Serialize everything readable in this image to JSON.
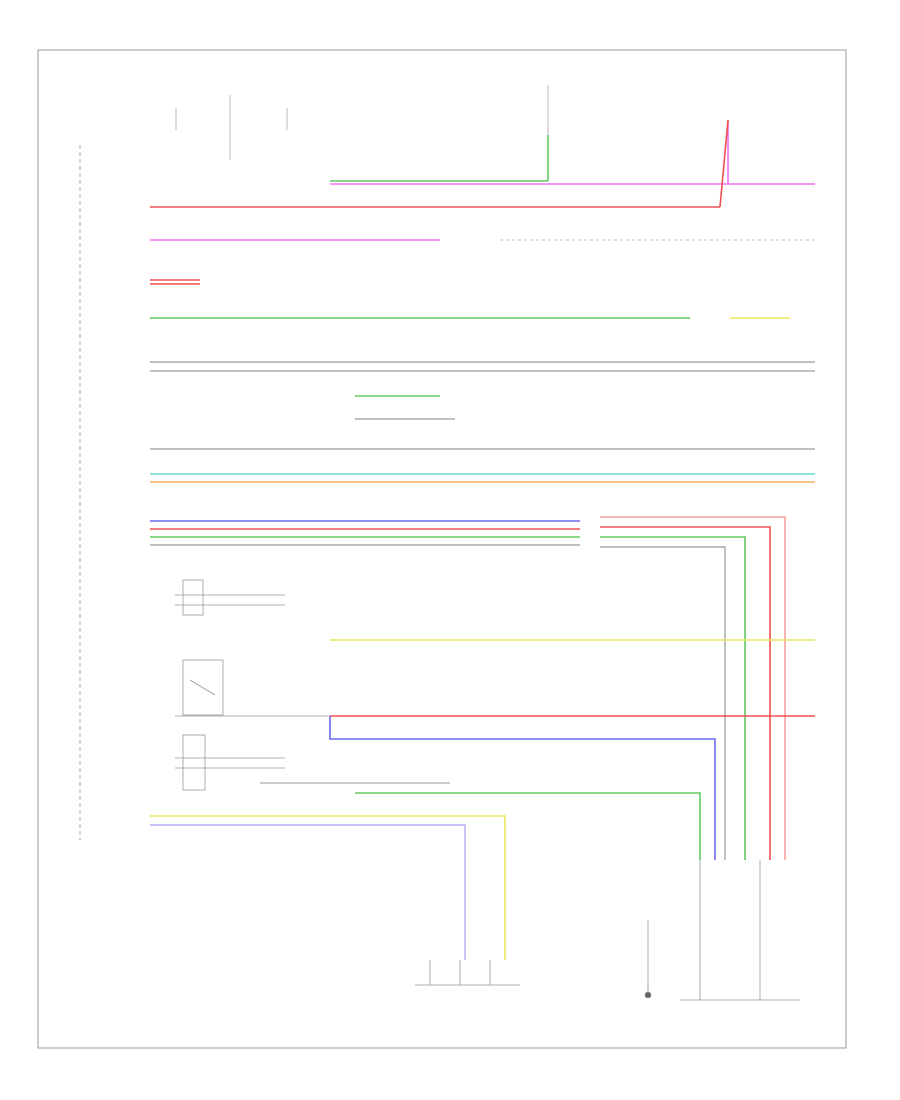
{
  "diagram": {
    "footer_code": "",
    "wire_colors": {
      "green": "#62c862",
      "pink": "#f070f0",
      "red": "#f05050",
      "grey": "#9a9a9a",
      "cyan": "#66dada",
      "orange": "#f0b060",
      "blue": "#6a6af0",
      "yellow": "#e8e860",
      "light_red": "#f8a0a0"
    },
    "wires": [
      {
        "id": "w-green-top",
        "color": "green"
      },
      {
        "id": "w-pink-1",
        "color": "pink"
      },
      {
        "id": "w-red-1",
        "color": "red"
      },
      {
        "id": "w-pink-2",
        "color": "pink"
      },
      {
        "id": "w-red-pair",
        "color": "red"
      },
      {
        "id": "w-green-2",
        "color": "green"
      },
      {
        "id": "w-grey-pair",
        "color": "grey"
      },
      {
        "id": "w-green-3",
        "color": "green"
      },
      {
        "id": "w-grey-3",
        "color": "grey"
      },
      {
        "id": "w-grey-4",
        "color": "grey"
      },
      {
        "id": "w-cyan",
        "color": "cyan"
      },
      {
        "id": "w-orange",
        "color": "orange"
      },
      {
        "id": "w-blue-bus",
        "color": "blue"
      },
      {
        "id": "w-red-bus",
        "color": "red"
      },
      {
        "id": "w-green-bus",
        "color": "green"
      },
      {
        "id": "w-grey-bus",
        "color": "grey"
      },
      {
        "id": "w-yellow-1",
        "color": "yellow"
      },
      {
        "id": "w-red-2",
        "color": "red"
      },
      {
        "id": "w-blue-2",
        "color": "blue"
      },
      {
        "id": "w-green-4",
        "color": "green"
      },
      {
        "id": "w-yellow-2",
        "color": "yellow"
      }
    ]
  }
}
